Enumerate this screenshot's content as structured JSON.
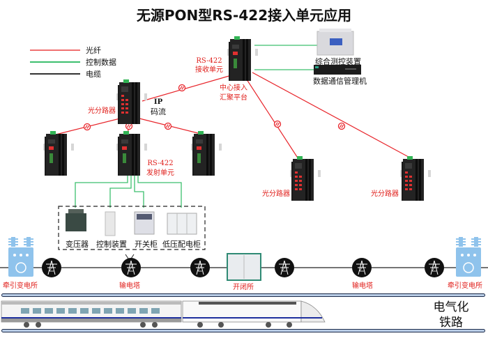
{
  "title": "无源PON型RS-422接入单元应用",
  "legend": {
    "items": [
      {
        "label": "光纤",
        "color": "#f06a6a"
      },
      {
        "label": "控制数据",
        "color": "#3cbf6e"
      },
      {
        "label": "电缆",
        "color": "#333333"
      }
    ]
  },
  "central_unit": {
    "label_line1": "RS-422",
    "label_line2": "接收单元",
    "platform_line1": "中心接入",
    "platform_line2": "汇聚平台"
  },
  "devices": {
    "monitor": "综合测控装置",
    "comm_manager": "数据通信管理机"
  },
  "splitters": {
    "main_label": "光分路器",
    "ip_line1": "IP",
    "ip_line2": "码流",
    "right1_label": "光分路器",
    "right2_label": "光分路器"
  },
  "transmitter": {
    "label_line1": "RS-422",
    "label_line2": "发射单元"
  },
  "equipment": [
    {
      "label": "变压器"
    },
    {
      "label": "控制装置"
    },
    {
      "label": "开关柜"
    },
    {
      "label": "低压配电柜"
    }
  ],
  "power_line": {
    "substation_left": "牵引变电所",
    "tower_mid_left": "输电塔",
    "switching_station": "开闭所",
    "tower_mid_right": "输电塔",
    "substation_right": "牵引变电所"
  },
  "railway": {
    "line1": "电气化",
    "line2": "铁路"
  },
  "colors": {
    "fiber": "#e8242a",
    "control": "#3cbf6e",
    "cable": "#222222",
    "label_red": "#e0201c",
    "substation_blue": "#8fc3ec"
  }
}
